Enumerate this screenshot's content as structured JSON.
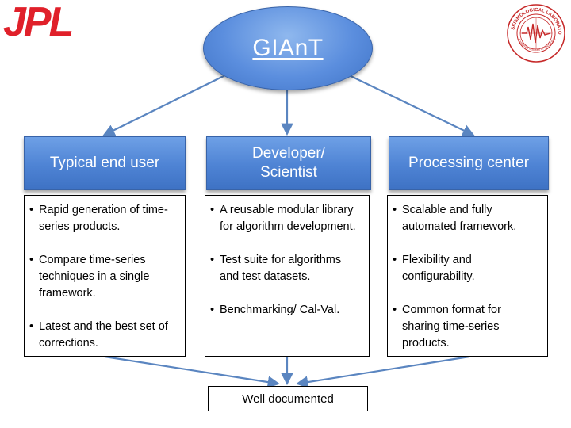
{
  "logos": {
    "left": "JPL",
    "right": "SEISMOLOGICAL LABORATORY California Institute of Technology"
  },
  "root": {
    "label": "GIAnT"
  },
  "columns": [
    {
      "heading": "Typical end user",
      "items": [
        "Rapid generation of time-series products.",
        "Compare time-series techniques in a single framework.",
        "Latest and the best set of corrections."
      ]
    },
    {
      "heading": "Developer/ Scientist",
      "items": [
        "A reusable modular library for algorithm development.",
        "Test suite for algorithms and test datasets.",
        "Benchmarking/ Cal-Val."
      ]
    },
    {
      "heading": "Processing center",
      "items": [
        "Scalable and fully automated framework.",
        "Flexibility and configurability.",
        "Common format for sharing time-series products."
      ]
    }
  ],
  "bottom": {
    "label": "Well documented"
  },
  "colors": {
    "node_fill": "#4e83d4",
    "connector": "#5a85c0",
    "jpl_red": "#e0202a"
  }
}
